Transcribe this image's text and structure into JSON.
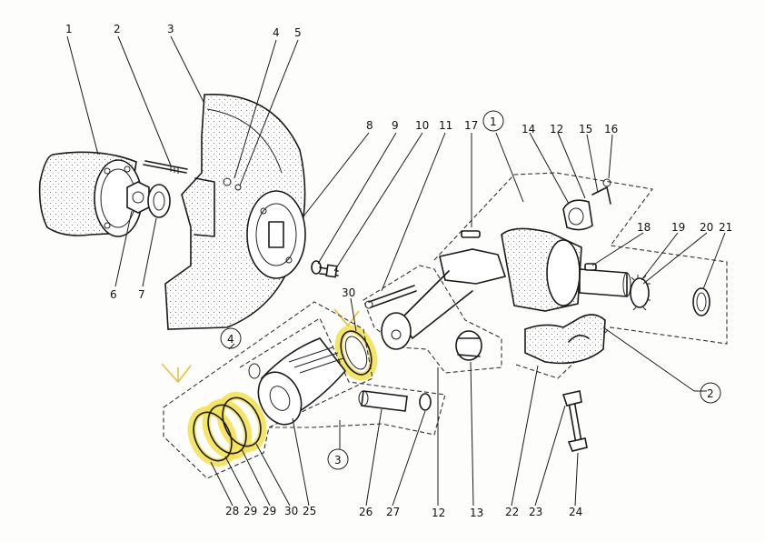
{
  "callouts": [
    "1",
    "2",
    "3",
    "4",
    "5",
    "6",
    "7",
    "8",
    "9",
    "10",
    "11",
    "17",
    "14",
    "12",
    "15",
    "16",
    "18",
    "19",
    "20",
    "21",
    "30",
    "28",
    "29",
    "29",
    "30",
    "25",
    "26",
    "27",
    "12",
    "13",
    "22",
    "23",
    "24"
  ],
  "groups": [
    "1",
    "2",
    "3",
    "4"
  ],
  "colors": {
    "ink": "#1a1a1a",
    "highlight": "#f2e04a",
    "arrow": "#e8c23a"
  }
}
